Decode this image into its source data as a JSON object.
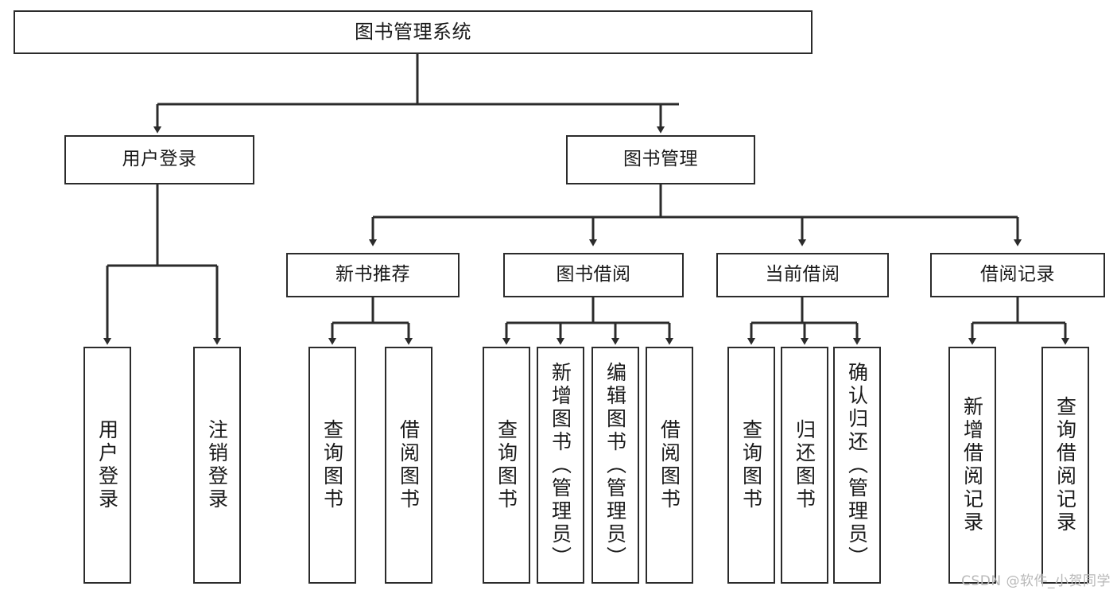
{
  "diagram": {
    "title": "图书管理系统",
    "type": "tree-hierarchy",
    "watermark": "CSDN @软件_小贺同学",
    "colors": {
      "stroke": "#2b2b2b",
      "fill": "#ffffff",
      "text": "#1a1a1a",
      "watermark": "#b8b8b8"
    },
    "nodes": {
      "root": {
        "label": "图书管理系统"
      },
      "level2": [
        {
          "id": "user-login",
          "label": "用户登录"
        },
        {
          "id": "book-manage",
          "label": "图书管理"
        }
      ],
      "level3": [
        {
          "id": "new-book-recommend",
          "label": "新书推荐"
        },
        {
          "id": "book-borrow",
          "label": "图书借阅"
        },
        {
          "id": "current-borrow",
          "label": "当前借阅"
        },
        {
          "id": "borrow-record",
          "label": "借阅记录"
        }
      ],
      "leaves": {
        "user-login": [
          {
            "id": "leaf-user-login",
            "label": "用户登录"
          },
          {
            "id": "leaf-logout",
            "label": "注销登录"
          }
        ],
        "new-book-recommend": [
          {
            "id": "leaf-query-book-1",
            "label": "查询图书"
          },
          {
            "id": "leaf-borrow-book-1",
            "label": "借阅图书"
          }
        ],
        "book-borrow": [
          {
            "id": "leaf-query-book-2",
            "label": "查询图书"
          },
          {
            "id": "leaf-add-book",
            "label": "新增图书（管理员）"
          },
          {
            "id": "leaf-edit-book",
            "label": "编辑图书（管理员）"
          },
          {
            "id": "leaf-borrow-book-2",
            "label": "借阅图书"
          }
        ],
        "current-borrow": [
          {
            "id": "leaf-query-book-3",
            "label": "查询图书"
          },
          {
            "id": "leaf-return-book",
            "label": "归还图书"
          },
          {
            "id": "leaf-confirm-return",
            "label": "确认归还（管理员）"
          }
        ],
        "borrow-record": [
          {
            "id": "leaf-add-record",
            "label": "新增借阅记录"
          },
          {
            "id": "leaf-query-record",
            "label": "查询借阅记录"
          }
        ]
      }
    }
  }
}
